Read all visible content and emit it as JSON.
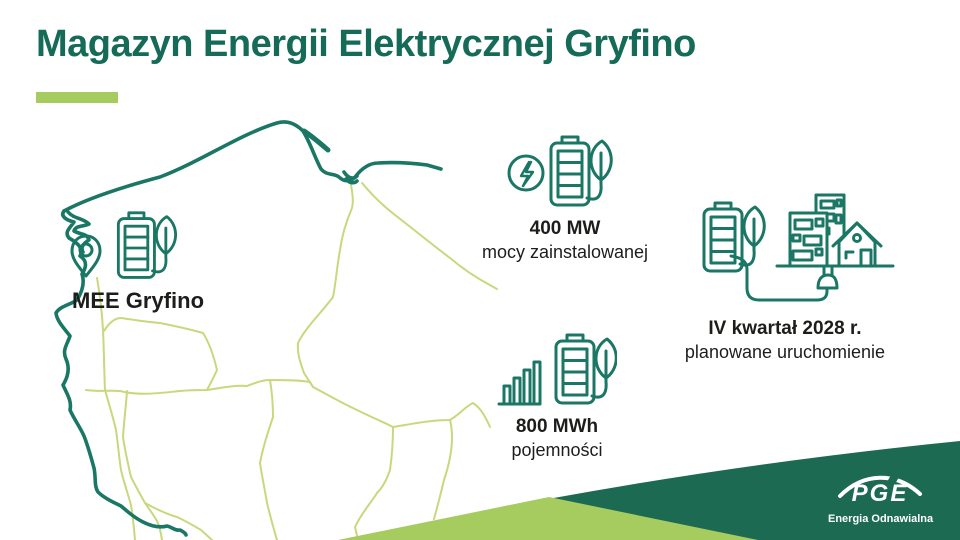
{
  "slide": {
    "title": "Magazyn Energii Elektrycznej Gryfino"
  },
  "map": {
    "region": "Poland north-west outline with rivers and borders",
    "marker_label": "MEE Gryfino"
  },
  "stats": [
    {
      "id": "installed-power",
      "value": "400 MW",
      "label": "mocy zainstalowanej"
    },
    {
      "id": "capacity",
      "value": "800 MWh",
      "label": "pojemności"
    },
    {
      "id": "launch-date",
      "value": "IV kwartał 2028 r.",
      "label": "planowane uruchomienie"
    }
  ],
  "logo": {
    "brand": "PGE",
    "subbrand": "Energia Odnawialna"
  },
  "icons": [
    "location-pin-icon",
    "battery-leaf-icon",
    "lightning-circle-icon",
    "bar-chart-icon",
    "buildings-house-icon",
    "plug-icon",
    "pge-arc-icon"
  ],
  "colors": {
    "title_teal": "#156b58",
    "line_teal": "#1b7765",
    "map_light_green": "#c7d87d",
    "accent_green": "#a6cb5e",
    "wedge_dark_teal": "#1d6a53",
    "text_dark": "#1d1d1b",
    "logo_white": "#ffffff"
  }
}
